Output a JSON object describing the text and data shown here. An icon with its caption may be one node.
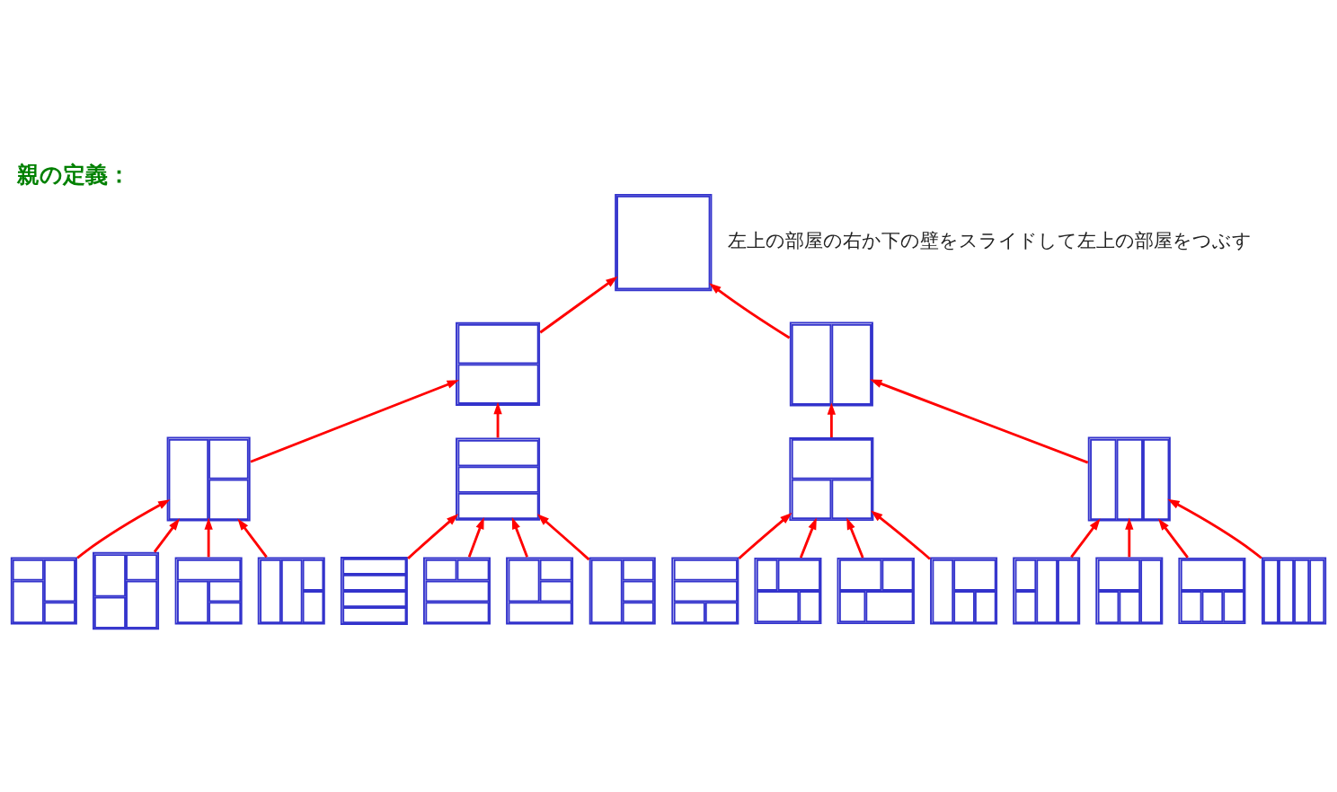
{
  "diagram": {
    "title": "親の定義：",
    "nodes": [
      {
        "text": [],
        "shape": "box"
      },
      {
        "text": [],
        "shape": "box"
      },
      {
        "text": [],
        "shape": "box"
      },
      {
        "text": [],
        "shape": "box"
      },
      {
        "text": [],
        "shape": "box"
      },
      {
        "text": [],
        "shape": "box"
      },
      {
        "text": [],
        "shape": "box"
      },
      {
        "text": [],
        "shape": "box"
      },
      {
        "text": [],
        "shape": "box"
      },
      {
        "text": [],
        "shape": "box"
      },
      {
        "text": [],
        "shape": "box"
      },
      {
        "text": [],
        "shape": "box"
      },
      {
        "text": [],
        "shape": "box"
      },
      {
        "text": [],
        "shape": "box"
      },
      {
        "text": [],
        "shape": "box"
      },
      {
        "text": [],
        "shape": "box"
      },
      {
        "text": [],
        "shape": "box"
      },
      {
        "text": [],
        "shape": "box"
      },
      {
        "text": [],
        "shape": "box"
      },
      {
        "text": [],
        "shape": "box"
      },
      {
        "text": [],
        "shape": "box"
      },
      {
        "text": [],
        "shape": "box"
      },
      {
        "text": [],
        "shape": "box"
      }
    ],
    "edges": [
      {
        "from": 1,
        "to": 0,
        "arrow": "to"
      },
      {
        "from": 2,
        "to": 0,
        "arrow": "to"
      },
      {
        "from": 3,
        "to": 1,
        "arrow": "to"
      },
      {
        "from": 4,
        "to": 1,
        "arrow": "to"
      },
      {
        "from": 5,
        "to": 2,
        "arrow": "to"
      },
      {
        "from": 6,
        "to": 2,
        "arrow": "to"
      },
      {
        "from": 7,
        "to": 3,
        "arrow": "to"
      },
      {
        "from": 8,
        "to": 3,
        "arrow": "to"
      },
      {
        "from": 9,
        "to": 3,
        "arrow": "to"
      },
      {
        "from": 10,
        "to": 3,
        "arrow": "to"
      },
      {
        "from": 11,
        "to": 4,
        "arrow": "to"
      },
      {
        "from": 12,
        "to": 4,
        "arrow": "to"
      },
      {
        "from": 13,
        "to": 4,
        "arrow": "to"
      },
      {
        "from": 14,
        "to": 4,
        "arrow": "to"
      },
      {
        "from": 15,
        "to": 5,
        "arrow": "to"
      },
      {
        "from": 16,
        "to": 5,
        "arrow": "to"
      },
      {
        "from": 17,
        "to": 5,
        "arrow": "to"
      },
      {
        "from": 18,
        "to": 5,
        "arrow": "to"
      },
      {
        "from": 19,
        "to": 6,
        "arrow": "to"
      },
      {
        "from": 20,
        "to": 6,
        "arrow": "to"
      },
      {
        "from": 21,
        "to": 6,
        "arrow": "to"
      },
      {
        "from": 22,
        "to": 6,
        "arrow": "to"
      }
    ],
    "labels": [
      "左上の部屋の右か下の壁をスライドして左上の部屋をつぶす"
    ]
  }
}
